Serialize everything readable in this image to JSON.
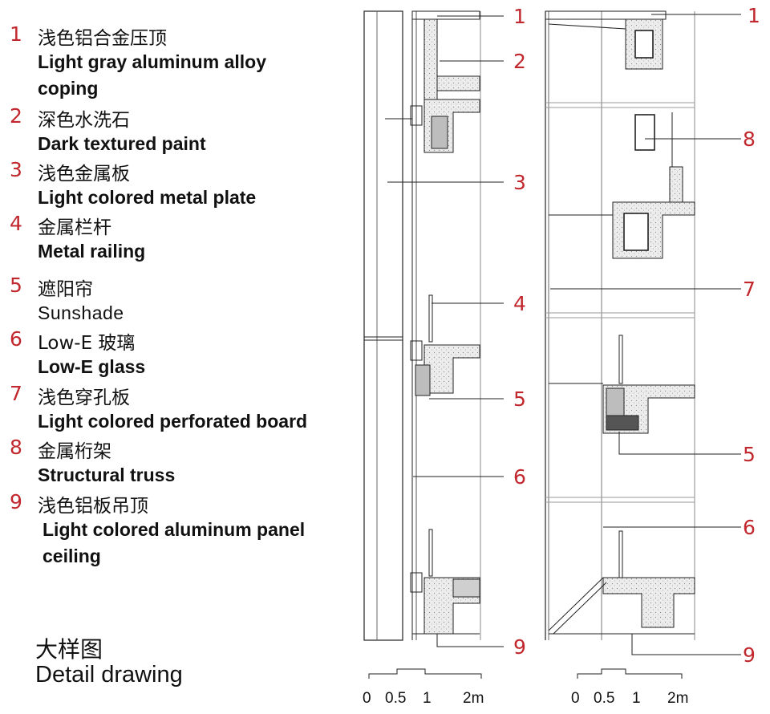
{
  "legend": [
    {
      "num": "1",
      "cn": "浅色铝合金压顶",
      "en": "Light gray aluminum alloy\ncoping"
    },
    {
      "num": "2",
      "cn": "深色水洗石",
      "en": "Dark textured paint"
    },
    {
      "num": "3",
      "cn": "浅色金属板",
      "en": "Light colored metal plate"
    },
    {
      "num": "4",
      "cn": "金属栏杆",
      "en": "Metal railing"
    },
    {
      "num": "5",
      "cn": "遮阳帘",
      "en": "Sunshade"
    },
    {
      "num": "6",
      "cn": "Low-E 玻璃",
      "en": "Low-E glass"
    },
    {
      "num": "7",
      "cn": "浅色穿孔板",
      "en": "Light colored perforated board"
    },
    {
      "num": "8",
      "cn": "金属桁架",
      "en": "Structural truss"
    },
    {
      "num": "9",
      "cn": "浅色铝板吊顶",
      "en": "Light colored aluminum panel\nceiling"
    }
  ],
  "caption": {
    "cn": "大样图",
    "en": "Detail drawing"
  },
  "left_section_callouts": [
    "1",
    "2",
    "3",
    "4",
    "5",
    "6",
    "9"
  ],
  "right_section_callouts": [
    "1",
    "8",
    "7",
    "5",
    "6",
    "9"
  ],
  "scale_bar": {
    "labels": [
      "0",
      "0.5",
      "1",
      "2m"
    ]
  },
  "colors": {
    "callout": "#c1272d",
    "line": "#222222",
    "fill_gray": "#cfcfcf"
  }
}
